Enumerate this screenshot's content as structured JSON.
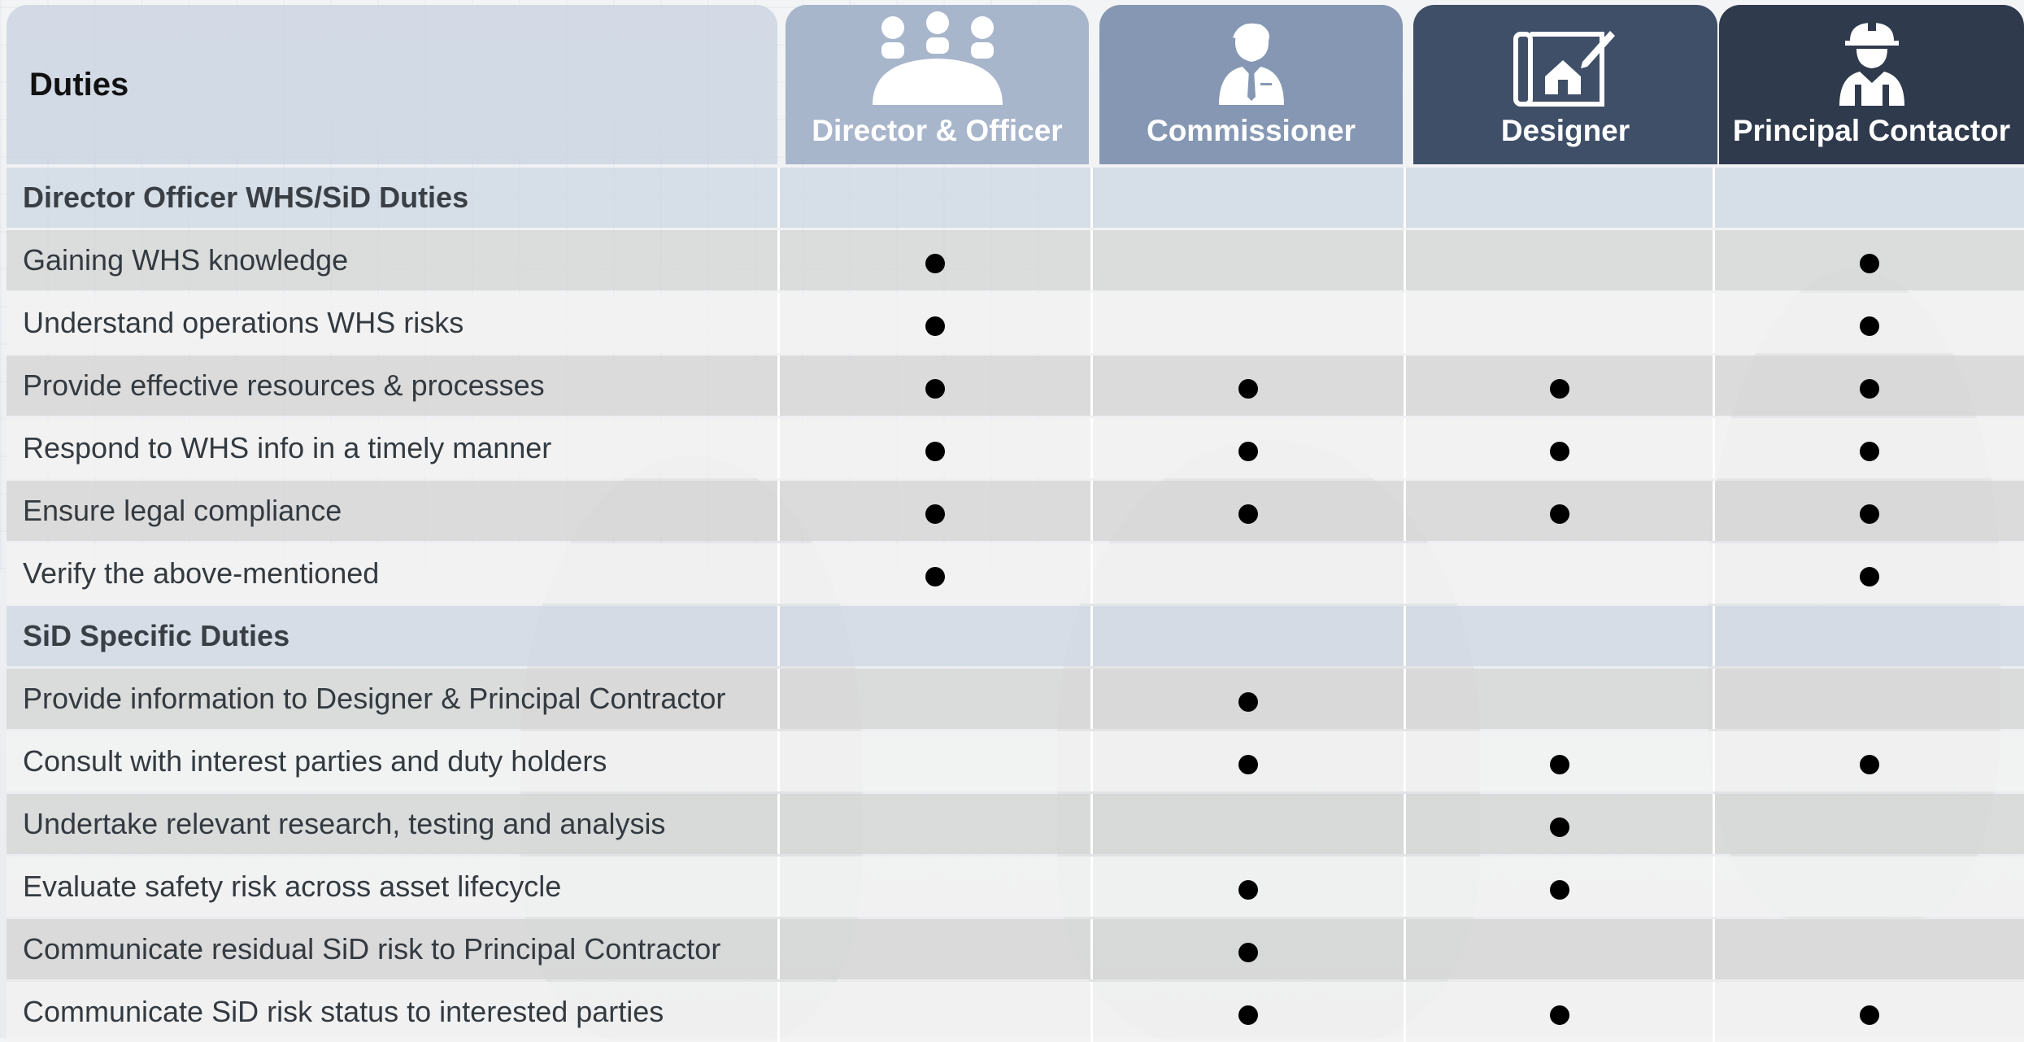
{
  "header": {
    "duties_label": "Duties",
    "roles": [
      {
        "label": "Director & Officer",
        "icon": "group-meeting-icon",
        "color": "#a8b6cc"
      },
      {
        "label": "Commissioner",
        "icon": "businessman-icon",
        "color": "#8597b2"
      },
      {
        "label": "Designer",
        "icon": "blueprint-house-icon",
        "color": "#3f4f68"
      },
      {
        "label": "Principal Contactor",
        "icon": "construction-worker-icon",
        "color": "#2f3a4c"
      }
    ]
  },
  "rows": [
    {
      "type": "section",
      "label": "Director Officer WHS/SiD Duties",
      "marks": [
        false,
        false,
        false,
        false
      ]
    },
    {
      "type": "item",
      "label": "Gaining WHS knowledge",
      "marks": [
        true,
        false,
        false,
        true
      ]
    },
    {
      "type": "item",
      "label": "Understand operations WHS risks",
      "marks": [
        true,
        false,
        false,
        true
      ]
    },
    {
      "type": "item",
      "label": "Provide effective resources & processes",
      "marks": [
        true,
        true,
        true,
        true
      ]
    },
    {
      "type": "item",
      "label": "Respond to WHS info in a timely manner",
      "marks": [
        true,
        true,
        true,
        true
      ]
    },
    {
      "type": "item",
      "label": "Ensure legal compliance",
      "marks": [
        true,
        true,
        true,
        true
      ]
    },
    {
      "type": "item",
      "label": "Verify the above-mentioned",
      "marks": [
        true,
        false,
        false,
        true
      ]
    },
    {
      "type": "section",
      "label": "SiD Specific Duties",
      "marks": [
        false,
        false,
        false,
        false
      ]
    },
    {
      "type": "item",
      "label": "Provide information to Designer & Principal Contractor",
      "marks": [
        false,
        true,
        false,
        false
      ]
    },
    {
      "type": "item",
      "label": "Consult with interest parties and duty holders",
      "marks": [
        false,
        true,
        true,
        true
      ]
    },
    {
      "type": "item",
      "label": "Undertake relevant research, testing and analysis",
      "marks": [
        false,
        false,
        true,
        false
      ]
    },
    {
      "type": "item",
      "label": "Evaluate safety risk across asset lifecycle",
      "marks": [
        false,
        true,
        true,
        false
      ]
    },
    {
      "type": "item",
      "label": "Communicate residual SiD risk to Principal Contractor",
      "marks": [
        false,
        true,
        false,
        false
      ]
    },
    {
      "type": "item",
      "label": "Communicate SiD risk status to interested parties",
      "marks": [
        false,
        true,
        true,
        true
      ]
    }
  ]
}
